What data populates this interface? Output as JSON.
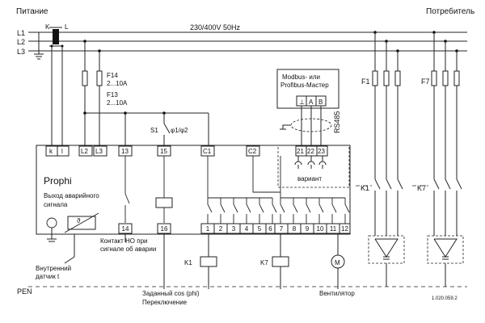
{
  "header": {
    "supply_label": "Питание",
    "consumer_label": "Потребитель"
  },
  "bus": {
    "voltage_label": "230/400V 50Hz",
    "lines": [
      "L1",
      "L2",
      "L3"
    ],
    "pen_label": "PEN",
    "transformer_k": "K",
    "transformer_l": "L"
  },
  "fuses": [
    {
      "name": "F14",
      "rating": "2...10A"
    },
    {
      "name": "F13",
      "rating": "2...10A"
    }
  ],
  "modbus": {
    "title_line1": "Modbus- или",
    "title_line2": "Profibus-Мастер",
    "pins": [
      "⊥",
      "A",
      "B"
    ]
  },
  "rs485": {
    "label": "RS485",
    "pins": [
      "21",
      "22",
      "23"
    ],
    "variant_label": "вариант"
  },
  "switch_s1": {
    "label": "S1",
    "phi_label": "φ1/φ2"
  },
  "device": {
    "name": "Prophi",
    "alarm_line1": "Выход аварийного",
    "alarm_line2": "сигнала",
    "top_terminals": [
      "k",
      "l",
      "L2",
      "L3",
      "13",
      "15",
      "C1",
      "C2"
    ],
    "bottom_terminals": [
      "14",
      "16",
      "1",
      "2",
      "3",
      "4",
      "5",
      "6",
      "7",
      "8",
      "9",
      "10",
      "11",
      "12"
    ]
  },
  "notes": {
    "contact_line1": "Контакт НО при",
    "contact_line2": "сигнале об аварии",
    "sensor_line1": "Внутренний",
    "sensor_line2": "датчик t",
    "setpoint_line1": "Заданный cos (phi)",
    "setpoint_line2": "Переключение",
    "fan_label": "Вентилятор",
    "drawing_code": "1.020.059.2"
  },
  "loads": {
    "coil1": "K1",
    "coil7": "K7",
    "motor_symbol": "M",
    "fuse1": "F1",
    "fuse7": "F7",
    "contactor1": "K1",
    "contactor7": "K7"
  }
}
